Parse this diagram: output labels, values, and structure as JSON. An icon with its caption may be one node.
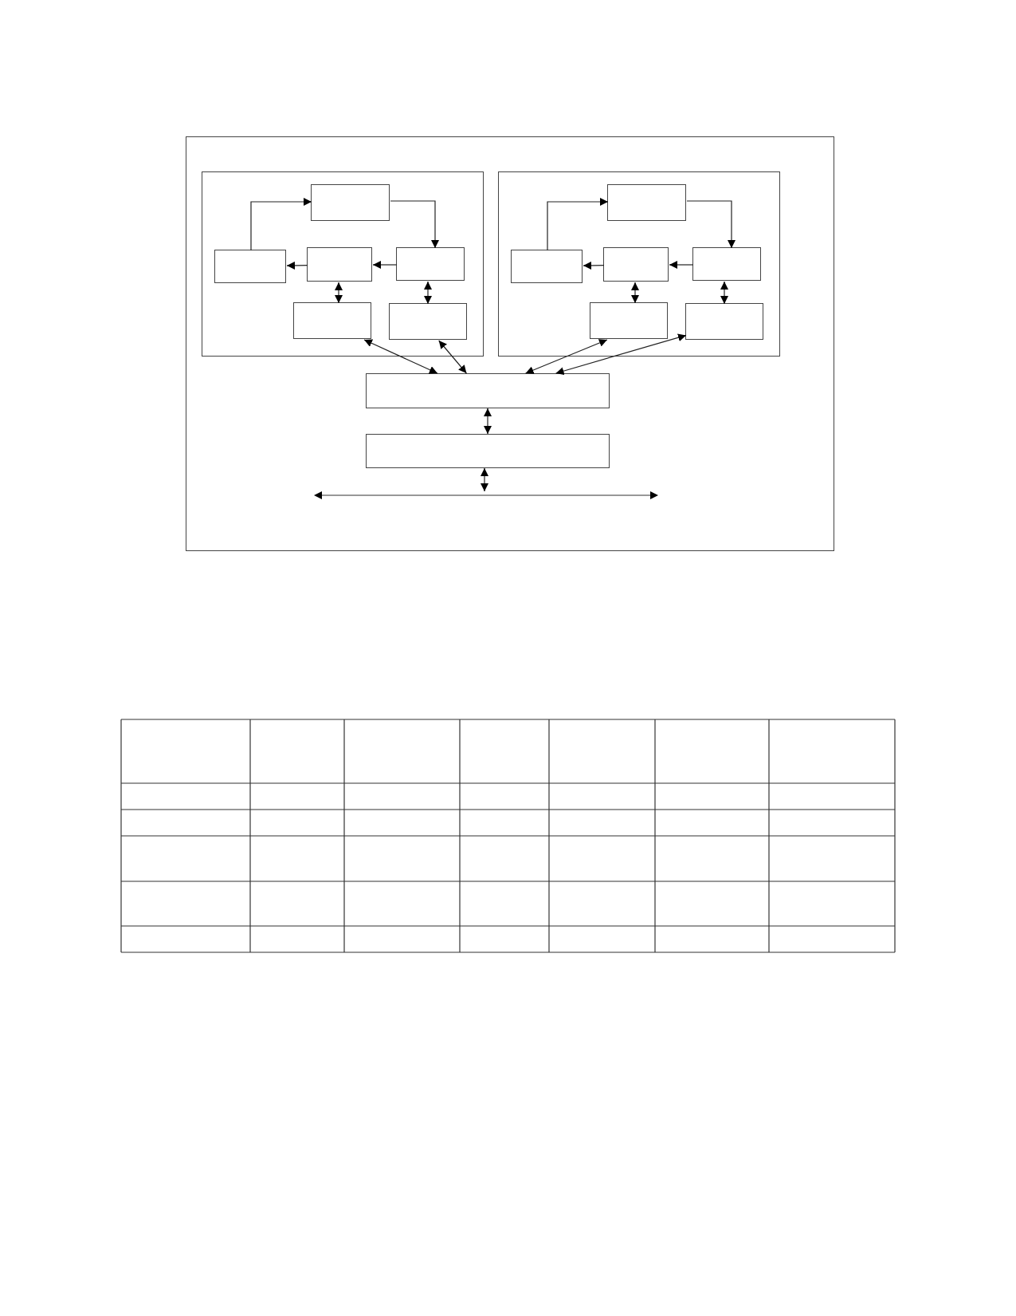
{
  "diagram": {
    "nodes": [
      {
        "text": [],
        "shape": "box"
      },
      {
        "text": [],
        "shape": "box",
        "in": 0
      },
      {
        "text": [],
        "shape": "box",
        "in": 1
      },
      {
        "text": [],
        "shape": "box",
        "in": 1
      },
      {
        "text": [],
        "shape": "box",
        "in": 1
      },
      {
        "text": [],
        "shape": "box",
        "in": 1
      },
      {
        "text": [],
        "shape": "box",
        "in": 1
      },
      {
        "text": [],
        "shape": "box",
        "in": 1
      },
      {
        "text": [],
        "shape": "box",
        "in": 0
      },
      {
        "text": [],
        "shape": "box",
        "in": 8
      },
      {
        "text": [],
        "shape": "box",
        "in": 8
      },
      {
        "text": [],
        "shape": "box",
        "in": 8
      },
      {
        "text": [],
        "shape": "box",
        "in": 8
      },
      {
        "text": [],
        "shape": "box",
        "in": 8
      },
      {
        "text": [],
        "shape": "box",
        "in": 8
      },
      {
        "text": [],
        "shape": "box",
        "in": 0
      },
      {
        "text": [],
        "shape": "box",
        "in": 0
      },
      {
        "text": [],
        "shape": "bar",
        "in": 0
      }
    ],
    "edges": [
      {
        "from": 3,
        "to": 2,
        "arrow": "to"
      },
      {
        "from": 2,
        "to": 5,
        "arrow": "to"
      },
      {
        "from": 5,
        "to": 4,
        "arrow": "to"
      },
      {
        "from": 4,
        "to": 3,
        "arrow": "to"
      },
      {
        "from": 4,
        "to": 6,
        "arrow": "both"
      },
      {
        "from": 5,
        "to": 7,
        "arrow": "both"
      },
      {
        "from": 10,
        "to": 9,
        "arrow": "to"
      },
      {
        "from": 9,
        "to": 12,
        "arrow": "to"
      },
      {
        "from": 12,
        "to": 11,
        "arrow": "to"
      },
      {
        "from": 11,
        "to": 10,
        "arrow": "to"
      },
      {
        "from": 11,
        "to": 13,
        "arrow": "both"
      },
      {
        "from": 12,
        "to": 14,
        "arrow": "both"
      },
      {
        "from": 6,
        "to": 15,
        "arrow": "both"
      },
      {
        "from": 7,
        "to": 15,
        "arrow": "both"
      },
      {
        "from": 13,
        "to": 15,
        "arrow": "both"
      },
      {
        "from": 14,
        "to": 15,
        "arrow": "both"
      },
      {
        "from": 15,
        "to": 16,
        "arrow": "both"
      },
      {
        "from": 16,
        "to": 17,
        "arrow": "both"
      }
    ]
  }
}
